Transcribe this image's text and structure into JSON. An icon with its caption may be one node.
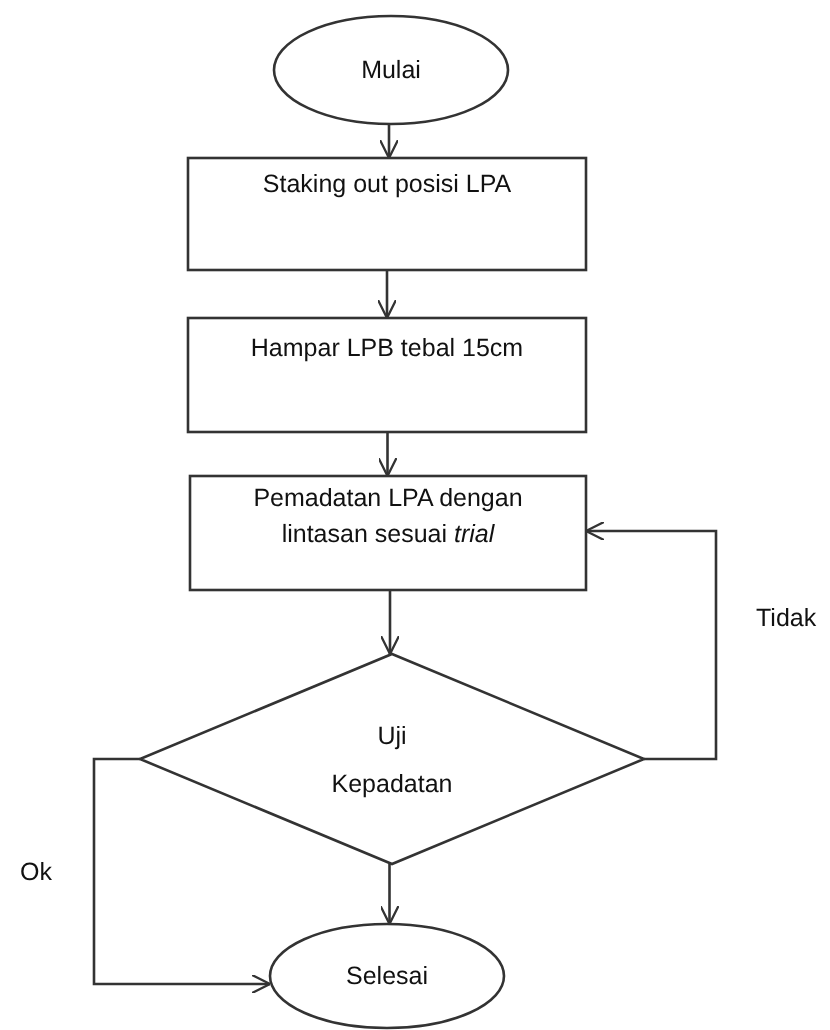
{
  "diagram": {
    "nodes": [
      {
        "text": [
          "Mulai"
        ]
      },
      {
        "text": [
          "Staking out posisi LPA"
        ]
      },
      {
        "text": [
          "Hampar LPB tebal 15cm"
        ]
      },
      {
        "text": [
          "Pemadatan LPA dengan lintasan sesuai *trial*"
        ]
      },
      {
        "text": [
          "Uji Kepadatan"
        ]
      },
      {
        "text": [
          "Selesai"
        ]
      }
    ],
    "edges": [
      {
        "from": 0,
        "to": 1,
        "arrow": "to"
      },
      {
        "from": 1,
        "to": 2,
        "arrow": "to"
      },
      {
        "from": 2,
        "to": 3,
        "arrow": "to"
      },
      {
        "from": 3,
        "to": 4,
        "arrow": "to"
      },
      {
        "from": 4,
        "to": 3,
        "arrow": "to",
        "label": "Tidak"
      },
      {
        "from": 4,
        "to": 5,
        "arrow": "to"
      },
      {
        "from": 4,
        "to": 5,
        "arrow": "to",
        "label": "Ok"
      }
    ]
  }
}
